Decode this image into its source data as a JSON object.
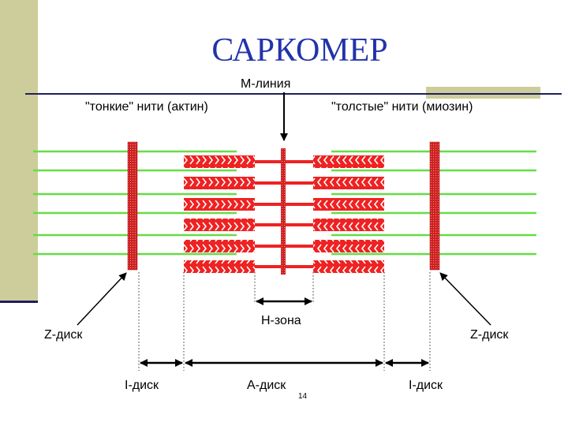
{
  "title": "САРКОМЕР",
  "labels": {
    "m_line": "М-линия",
    "thin_filaments": "\"тонкие\" нити (актин)",
    "thick_filaments": "\"толстые\" нити (миозин)",
    "h_zone": "Н-зона",
    "z_disc_left": "Z-диск",
    "z_disc_right": "Z-диск",
    "i_band_left": "I-диск",
    "a_band": "А-диск",
    "i_band_right": "I-диск"
  },
  "page_number": "14",
  "colors": {
    "title": "#2233aa",
    "thin_filament": "#66dd44",
    "thick_filament": "#ee2222",
    "z_disc": "#cc2222",
    "decor": "#cdcd9b",
    "rule": "#1f1f5f"
  }
}
